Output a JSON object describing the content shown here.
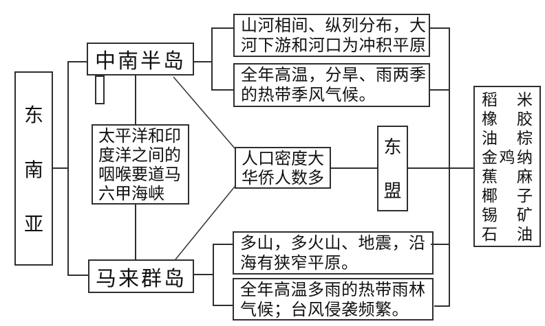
{
  "root": {
    "label": "东南亚",
    "chars": [
      "东",
      "南",
      "亚"
    ]
  },
  "peninsula": {
    "label": "中南半岛"
  },
  "archipelago": {
    "label": "马来群岛"
  },
  "strait": {
    "lines": [
      "太平洋和印",
      "度洋之间的",
      "咽喉要道马",
      "六甲海峡"
    ]
  },
  "population": {
    "lines": [
      "人口密度大",
      "华侨人数多"
    ]
  },
  "asean": {
    "label": "东盟",
    "chars": [
      "东",
      "盟"
    ]
  },
  "peninsula_terrain": {
    "lines": [
      "山河相间、纵列分布，大",
      "河下游和河口为冲积平原"
    ]
  },
  "peninsula_climate": {
    "lines": [
      "全年高温，分旱、雨两季",
      "的热带季风气候。"
    ]
  },
  "archipelago_terrain": {
    "lines": [
      "多山，多火山、地震，沿",
      "海有狭窄平原。"
    ]
  },
  "archipelago_climate": {
    "lines": [
      "全年高温多雨的热带雨林",
      "气候；台风侵袭频繁。"
    ]
  },
  "products": {
    "rows": [
      "稻米",
      "橡胶",
      "油棕",
      "金鸡纳",
      "蕉麻",
      "椰子",
      "锡矿",
      "石油"
    ]
  },
  "colors": {
    "line": "#2e2e2e",
    "text": "#111111",
    "background": "#ffffff"
  }
}
